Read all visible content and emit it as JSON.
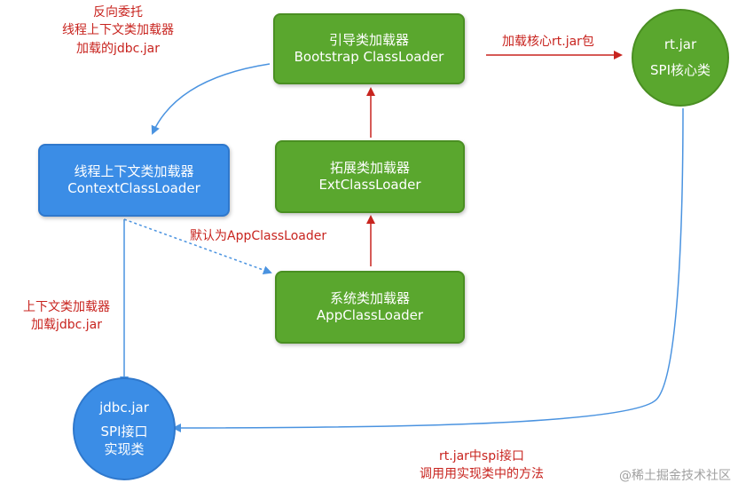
{
  "colors": {
    "green": "#5aa72e",
    "blue": "#3b8de6",
    "red_arrow": "#c8241f",
    "blue_arrow": "#4a93e0"
  },
  "nodes": {
    "bootstrap": {
      "line1": "引导类加载器",
      "line2": "Bootstrap ClassLoader"
    },
    "ext": {
      "line1": "拓展类加载器",
      "line2": "ExtClassLoader"
    },
    "app": {
      "line1": "系统类加载器",
      "line2": "AppClassLoader"
    },
    "context": {
      "line1": "线程上下文类加载器",
      "line2": "ContextClassLoader"
    },
    "rtjar": {
      "line1": "rt.jar",
      "line2": "SPI核心类"
    },
    "jdbc": {
      "line1": "jdbc.jar",
      "line2": "SPI接口",
      "line3": "实现类"
    }
  },
  "labels": {
    "reverse_delegate": [
      "反向委托",
      "线程上下文类加载器",
      "加载的jdbc.jar"
    ],
    "load_core": "加载核心rt.jar包",
    "default_app": "默认为AppClassLoader",
    "context_load": [
      "上下文类加载器",
      "加载jdbc.jar"
    ],
    "spi_call": [
      "rt.jar中spi接口",
      "调用用实现类中的方法"
    ]
  },
  "watermark": "@稀土掘金技术社区"
}
